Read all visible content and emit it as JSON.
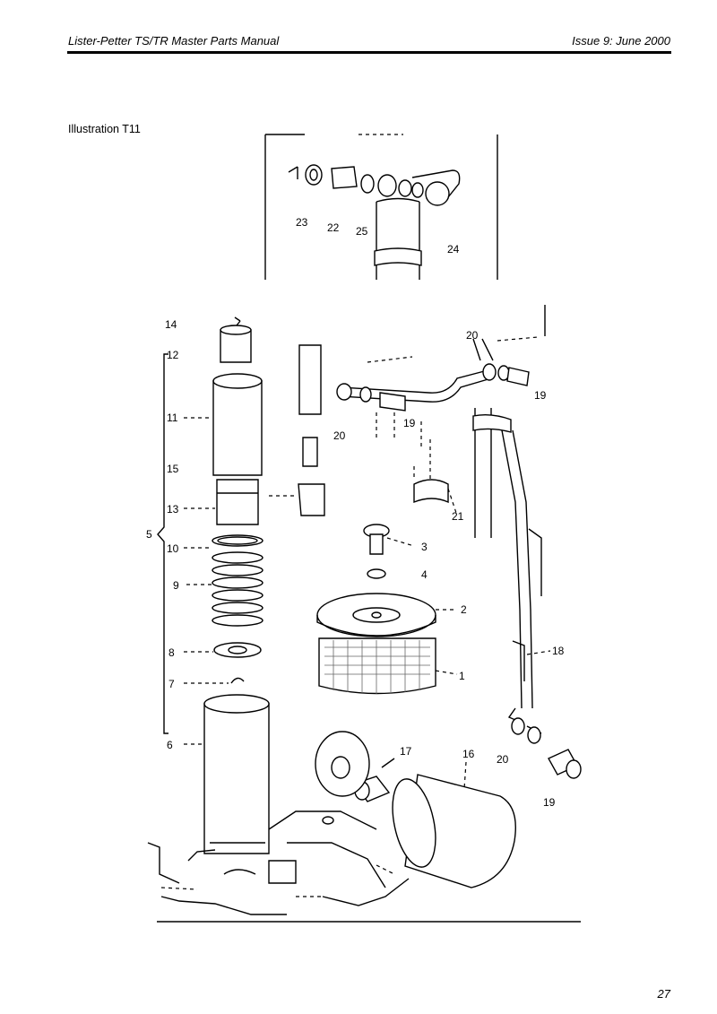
{
  "header": {
    "title": "Lister-Petter TS/TR Master Parts Manual",
    "issue": "Issue 9: June 2000"
  },
  "illustration": {
    "label": "Illustration T11",
    "callouts": {
      "c1": "1",
      "c2": "2",
      "c3": "3",
      "c4": "4",
      "c5": "5",
      "c6": "6",
      "c7": "7",
      "c8": "8",
      "c9": "9",
      "c10": "10",
      "c11": "11",
      "c12": "12",
      "c13": "13",
      "c14": "14",
      "c15": "15",
      "c16": "16",
      "c17": "17",
      "c18": "18",
      "c19a": "19",
      "c19b": "19",
      "c19c": "19",
      "c20a": "20",
      "c20b": "20",
      "c20c": "20",
      "c21": "21",
      "c22": "22",
      "c23": "23",
      "c24": "24",
      "c25": "25"
    }
  },
  "footer": {
    "page_number": "27"
  }
}
